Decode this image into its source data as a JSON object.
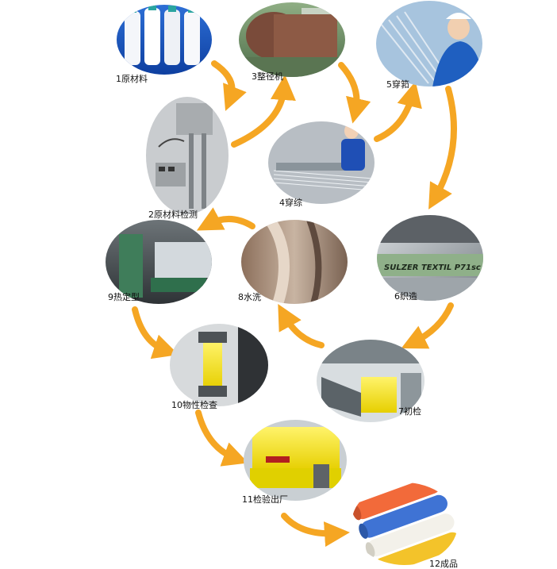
{
  "colors": {
    "arrow": "#f5a623",
    "background": "#ffffff"
  },
  "steps": [
    {
      "id": 1,
      "label": "1原材料",
      "image": "white-yarn-spools"
    },
    {
      "id": 2,
      "label": "2原材料检测",
      "image": "tensile-testing-machine"
    },
    {
      "id": 3,
      "label": "3整径机",
      "image": "warping-machine"
    },
    {
      "id": 4,
      "label": "4穿综",
      "image": "worker-drawing-in-heddles"
    },
    {
      "id": 5,
      "label": "5穿筘",
      "image": "worker-reeding"
    },
    {
      "id": 6,
      "label": "6织造",
      "image": "sulzer-textil-loom",
      "machine_text": "SULZER TEXTIL P71sc"
    },
    {
      "id": 7,
      "label": "7初检",
      "image": "yellow-mesh-inspection-line"
    },
    {
      "id": 8,
      "label": "8水洗",
      "image": "washing-fabric"
    },
    {
      "id": 9,
      "label": "9热定型",
      "image": "heat-setting-machine"
    },
    {
      "id": 10,
      "label": "10物性检查",
      "image": "physical-testing-clamps"
    },
    {
      "id": 11,
      "label": "11检验出厂",
      "image": "final-inspection-table"
    },
    {
      "id": 12,
      "label": "12成品",
      "image": "finished-mesh-rolls"
    }
  ]
}
